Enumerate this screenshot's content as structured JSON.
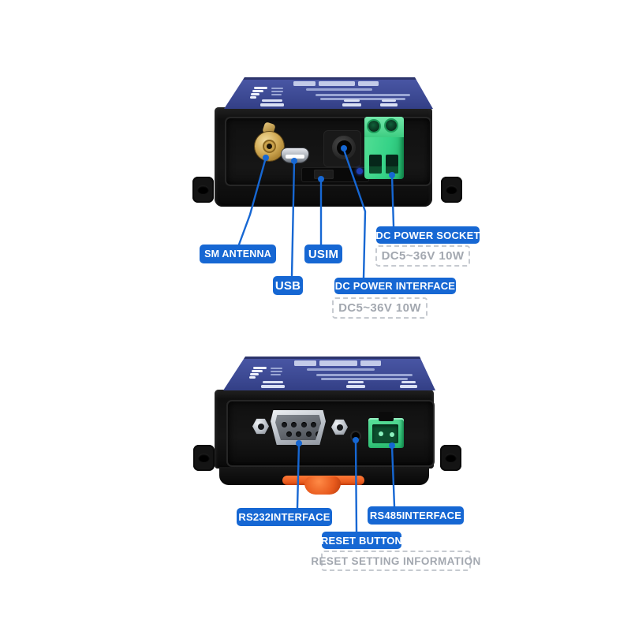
{
  "colors": {
    "background": "#ffffff",
    "accent_blue": "#1667d3",
    "panel_blue": "#3e4b95",
    "terminal_green": "#35d287",
    "connector_gold": "#d2ab56",
    "strap_orange": "#e85a1d",
    "note_gray": "#a3a8b0"
  },
  "top_view": {
    "labels": {
      "sm_antenna": "SM ANTENNA",
      "usb": "USB",
      "usim": "USIM",
      "dc_power_interface": "DC POWER INTERFACE",
      "dc_power_interface_spec": "DC5~36V 10W",
      "dc_power_socket": "DC POWER SOCKET",
      "dc_power_socket_spec": "DC5~36V 10W"
    }
  },
  "bottom_view": {
    "labels": {
      "rs232_interface": "RS232INTERFACE",
      "rs485_interface": "RS485INTERFACE",
      "reset_button": "RESET BUTTON",
      "reset_note": "RESET SETTING INFORMATION"
    }
  }
}
